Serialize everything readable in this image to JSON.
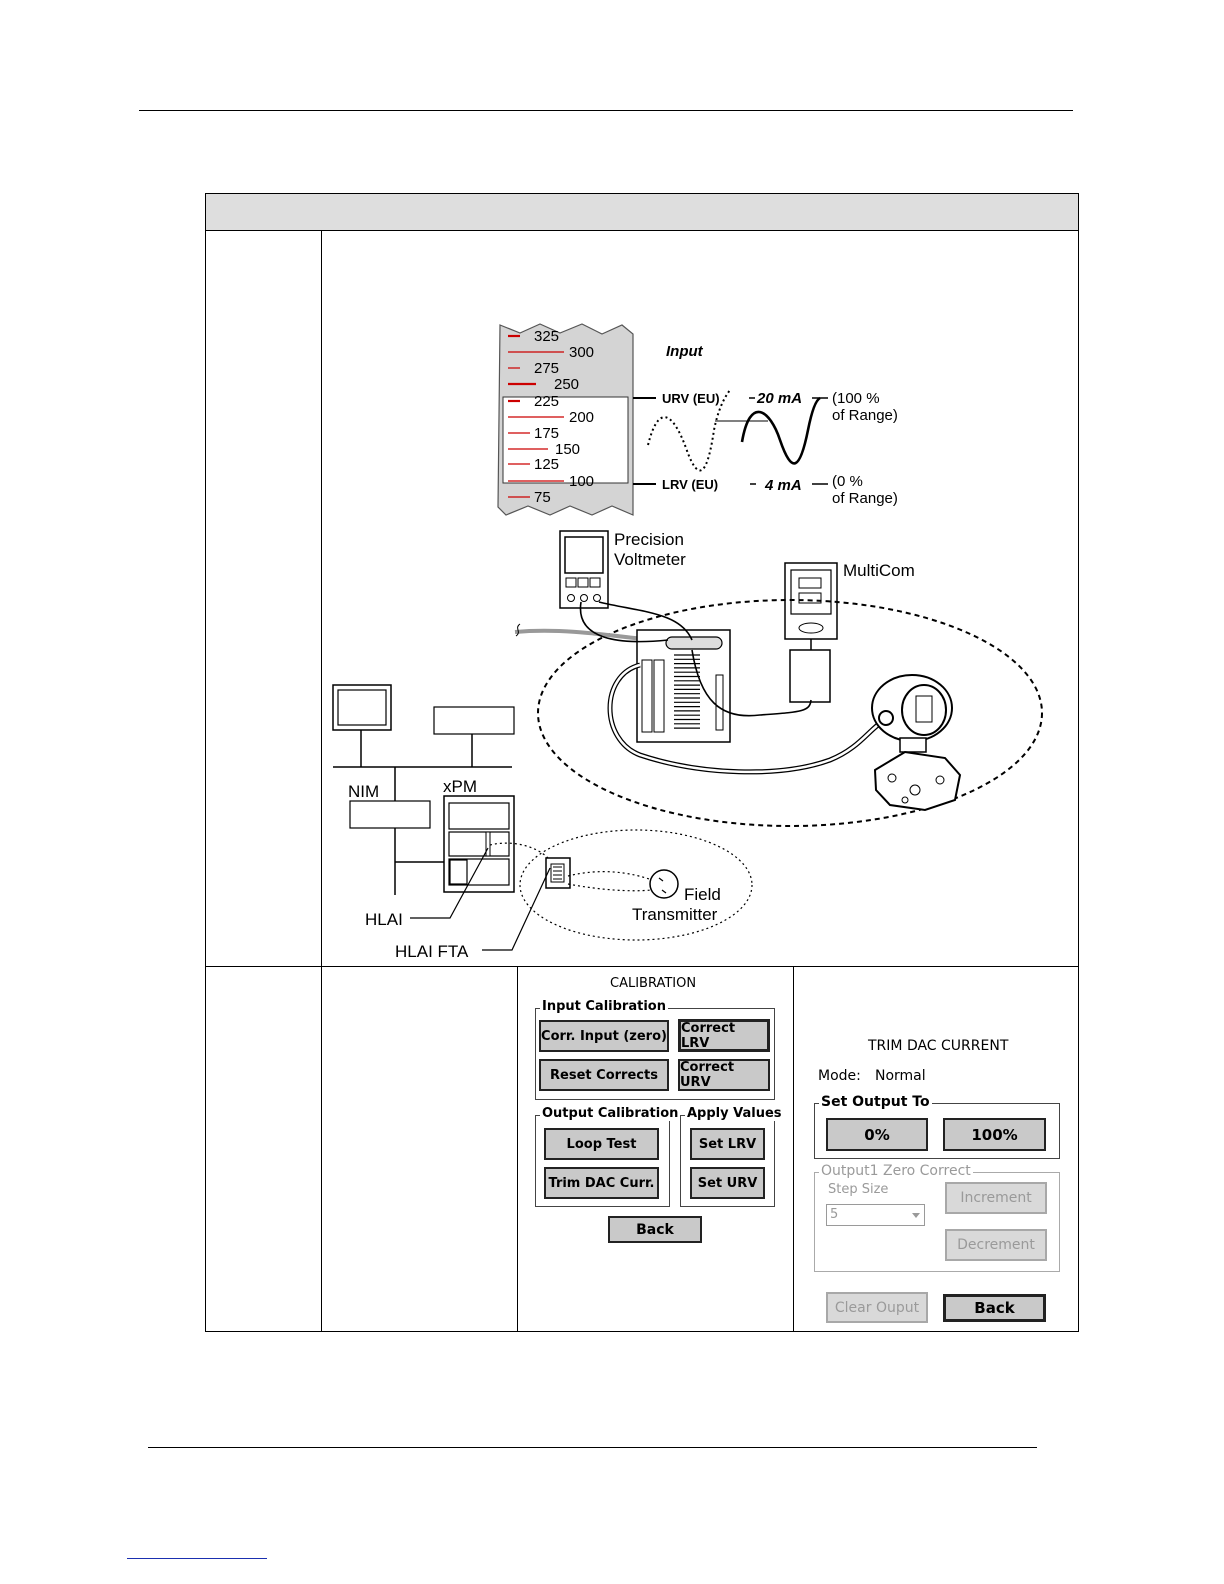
{
  "diagram": {
    "scale_ticks": [
      "325",
      "300",
      "275",
      "250",
      "225",
      "200",
      "175",
      "150",
      "125",
      "100",
      "75"
    ],
    "input_label": "Input",
    "urv_label": "URV (EU)",
    "lrv_label": "LRV (EU)",
    "ma20": "20 mA",
    "ma4": "4 mA",
    "pct100_line1": "(100 %",
    "pct100_line2": "of Range)",
    "pct0_line1": "(0 %",
    "pct0_line2": "of Range)",
    "voltmeter_line1": "Precision",
    "voltmeter_line2": "Voltmeter",
    "multicom": "MultiCom",
    "nim": "NIM",
    "xpm": "xPM",
    "hlai": "HLAI",
    "hlai_fta": "HLAI FTA",
    "field_line1": "Field",
    "field_line2": "Transmitter"
  },
  "calibration": {
    "title": "CALIBRATION",
    "input_group": "Input Calibration",
    "corr_input": "Corr. Input (zero)",
    "correct_lrv": "Correct LRV",
    "reset_corrects": "Reset Corrects",
    "correct_urv": "Correct URV",
    "output_group": "Output Calibration",
    "apply_group": "Apply Values",
    "loop_test": "Loop Test",
    "trim_dac": "Trim DAC Curr.",
    "set_lrv": "Set LRV",
    "set_urv": "Set URV",
    "back": "Back"
  },
  "trim": {
    "title": "TRIM DAC CURRENT",
    "mode_label": "Mode:",
    "mode_value": "Normal",
    "set_output_group": "Set Output To",
    "btn_0": "0%",
    "btn_100": "100%",
    "zero_group": "Output1 Zero Correct",
    "step_size_label": "Step Size",
    "step_size_value": "5",
    "increment": "Increment",
    "decrement": "Decrement",
    "clear_output": "Clear Ouput",
    "back": "Back"
  },
  "colors": {
    "header_gray": "#dedede",
    "scale_red": "#cc0000",
    "button_gray": "#c9c9c9"
  }
}
